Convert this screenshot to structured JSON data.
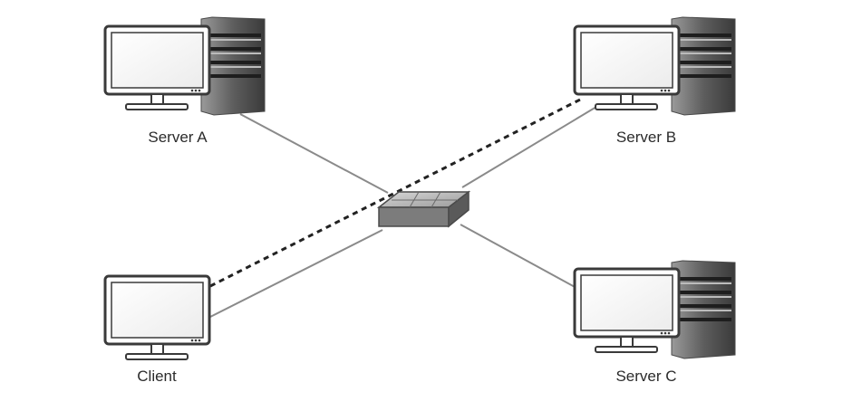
{
  "nodes": {
    "server_a": {
      "label": "Server A",
      "icon": "server-icon"
    },
    "server_b": {
      "label": "Server B",
      "icon": "server-icon"
    },
    "server_c": {
      "label": "Server C",
      "icon": "server-icon"
    },
    "client": {
      "label": "Client",
      "icon": "computer-icon"
    },
    "switch": {
      "label": "",
      "icon": "network-switch-icon"
    }
  },
  "links": [
    {
      "from": "server_a",
      "to": "switch",
      "style": "solid"
    },
    {
      "from": "server_b",
      "to": "switch",
      "style": "solid"
    },
    {
      "from": "server_c",
      "to": "switch",
      "style": "solid"
    },
    {
      "from": "client",
      "to": "switch",
      "style": "solid"
    },
    {
      "from": "client",
      "to": "server_b",
      "style": "dashed"
    }
  ],
  "colors": {
    "line": "#8a8a8a",
    "dashed": "#222222",
    "monitor": "#3a3a3a",
    "tower": "#666666"
  }
}
